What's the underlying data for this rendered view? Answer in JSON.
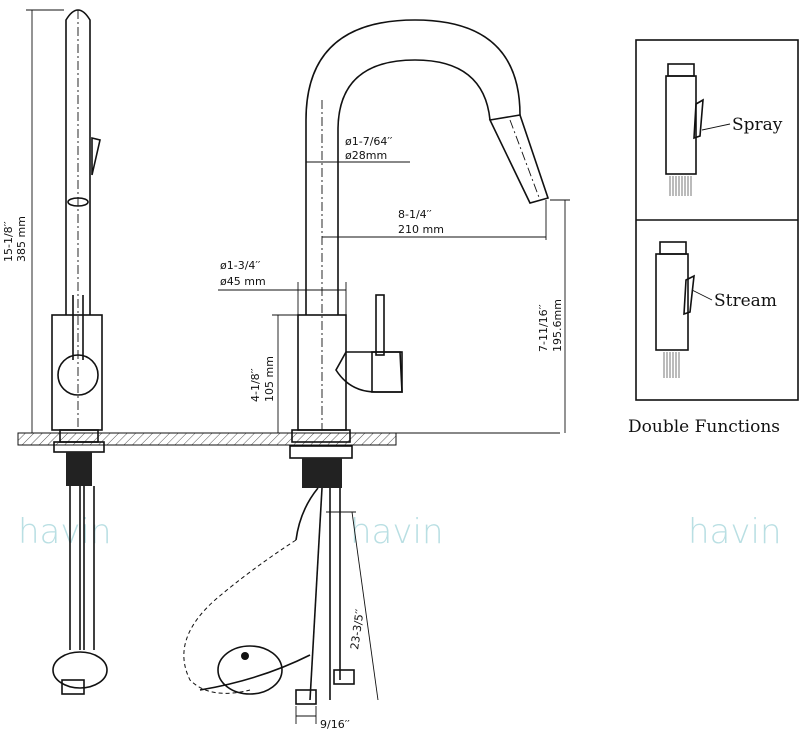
{
  "dimensions": {
    "total_height": {
      "inch": "15-1/8′′",
      "mm": "385 mm"
    },
    "spout_dia": {
      "inch": "ø1-7/64′′",
      "mm": "ø28mm"
    },
    "reach": {
      "inch": "8-1/4′′",
      "mm": "210 mm"
    },
    "base_dia": {
      "inch": "ø1-3/4′′",
      "mm": "ø45 mm"
    },
    "spout_height": {
      "inch": "7-11/16′′",
      "mm": "195.6mm"
    },
    "body_height": {
      "inch": "4-1/8′′",
      "mm": "105 mm"
    },
    "hose_length": {
      "inch": "23-3/5′′"
    },
    "connector": {
      "inch": "9/16′′"
    }
  },
  "functions": {
    "spray_label": "Spray",
    "stream_label": "Stream",
    "caption": "Double Functions"
  },
  "watermarks": [
    "havin",
    "havin",
    "havin"
  ]
}
